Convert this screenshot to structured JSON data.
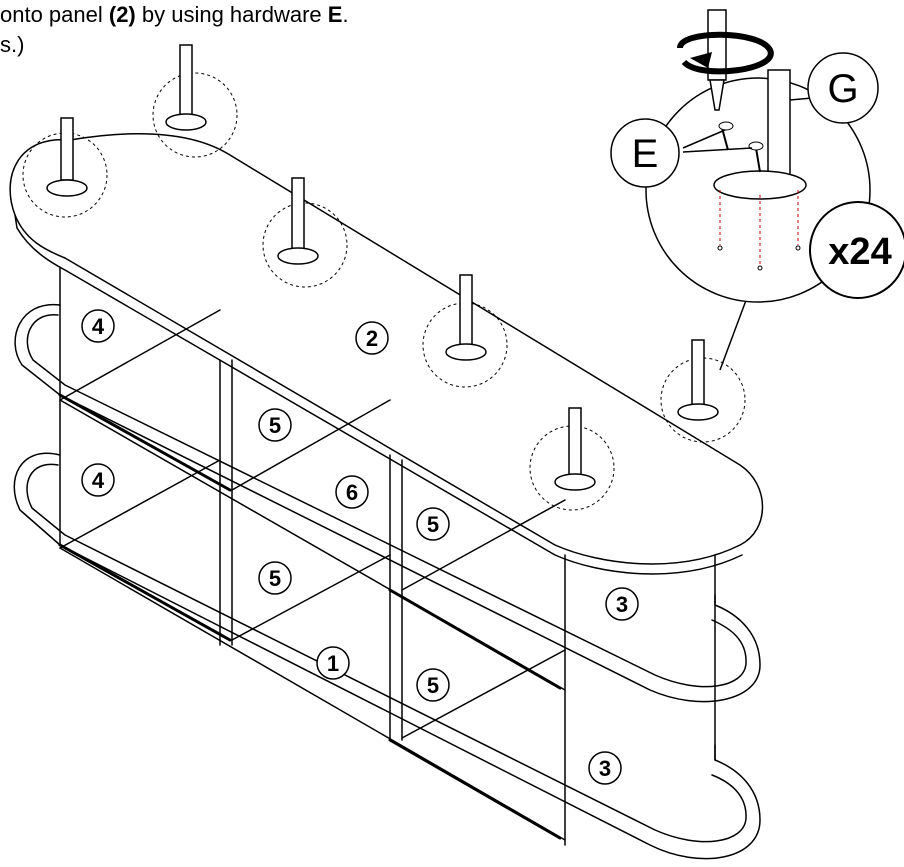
{
  "instruction": {
    "line1_prefix": "onto panel ",
    "line1_panel_ref": "(2)",
    "line1_mid": " by using hardware ",
    "line1_hardware": "E",
    "line1_end": ".",
    "line2": "s.)"
  },
  "callout": {
    "hardware_label": "E",
    "leg_label": "G",
    "quantity": "x24"
  },
  "panels": {
    "p1": "1",
    "p2": "2",
    "p3_top": "3",
    "p3_bottom": "3",
    "p4_top": "4",
    "p4_bottom": "4",
    "p5_a": "5",
    "p5_b": "5",
    "p5_c": "5",
    "p5_d": "5",
    "p6": "6"
  },
  "colors": {
    "line": "#000000",
    "guide": "#cc0000",
    "background": "#ffffff"
  }
}
